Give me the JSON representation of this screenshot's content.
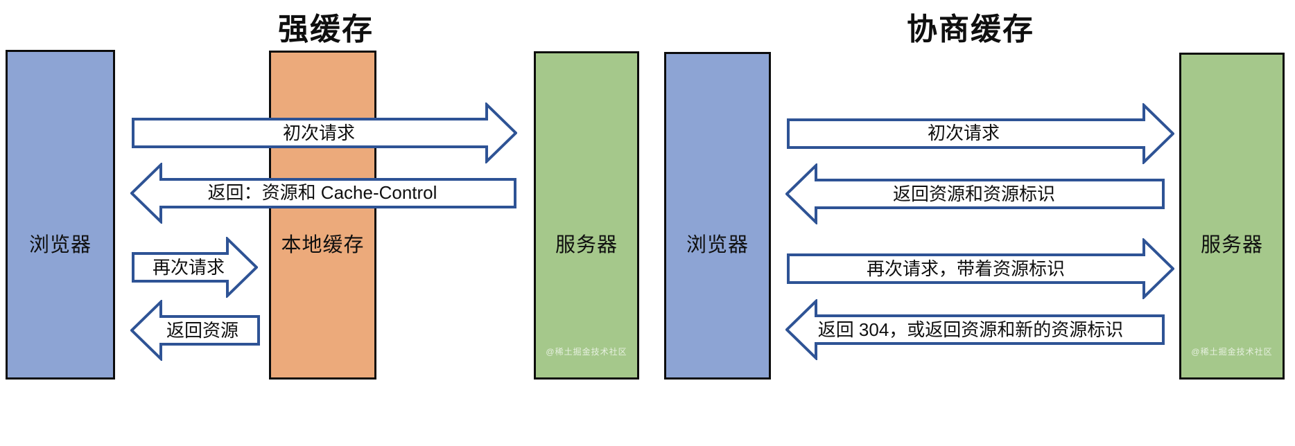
{
  "colors": {
    "browser_fill": "#8da4d4",
    "cache_fill": "#ecaa7b",
    "server_fill": "#a5c88b",
    "arrow_stroke": "#2e5395",
    "node_border": "#0c0c0c",
    "text_color": "#0f0f0f"
  },
  "diagrams": [
    {
      "title": "强缓存",
      "nodes": [
        {
          "label": "浏览器"
        },
        {
          "label": "本地缓存"
        },
        {
          "label": "服务器"
        }
      ],
      "arrows": [
        {
          "label": "初次请求",
          "direction": "right",
          "from": "浏览器",
          "to": "服务器"
        },
        {
          "label": "返回：资源和 Cache-Control",
          "direction": "left",
          "from": "服务器",
          "to": "浏览器"
        },
        {
          "label": "再次请求",
          "direction": "right",
          "from": "浏览器",
          "to": "本地缓存"
        },
        {
          "label": "返回资源",
          "direction": "left",
          "from": "本地缓存",
          "to": "浏览器"
        }
      ],
      "watermark": "@稀土掘金技术社区"
    },
    {
      "title": "协商缓存",
      "nodes": [
        {
          "label": "浏览器"
        },
        {
          "label": "服务器"
        }
      ],
      "arrows": [
        {
          "label": "初次请求",
          "direction": "right",
          "from": "浏览器",
          "to": "服务器"
        },
        {
          "label": "返回资源和资源标识",
          "direction": "left",
          "from": "服务器",
          "to": "浏览器"
        },
        {
          "label": "再次请求，带着资源标识",
          "direction": "right",
          "from": "浏览器",
          "to": "服务器"
        },
        {
          "label": "返回 304，或返回资源和新的资源标识",
          "direction": "left",
          "from": "服务器",
          "to": "浏览器"
        }
      ],
      "watermark": "@稀土掘金技术社区"
    }
  ]
}
